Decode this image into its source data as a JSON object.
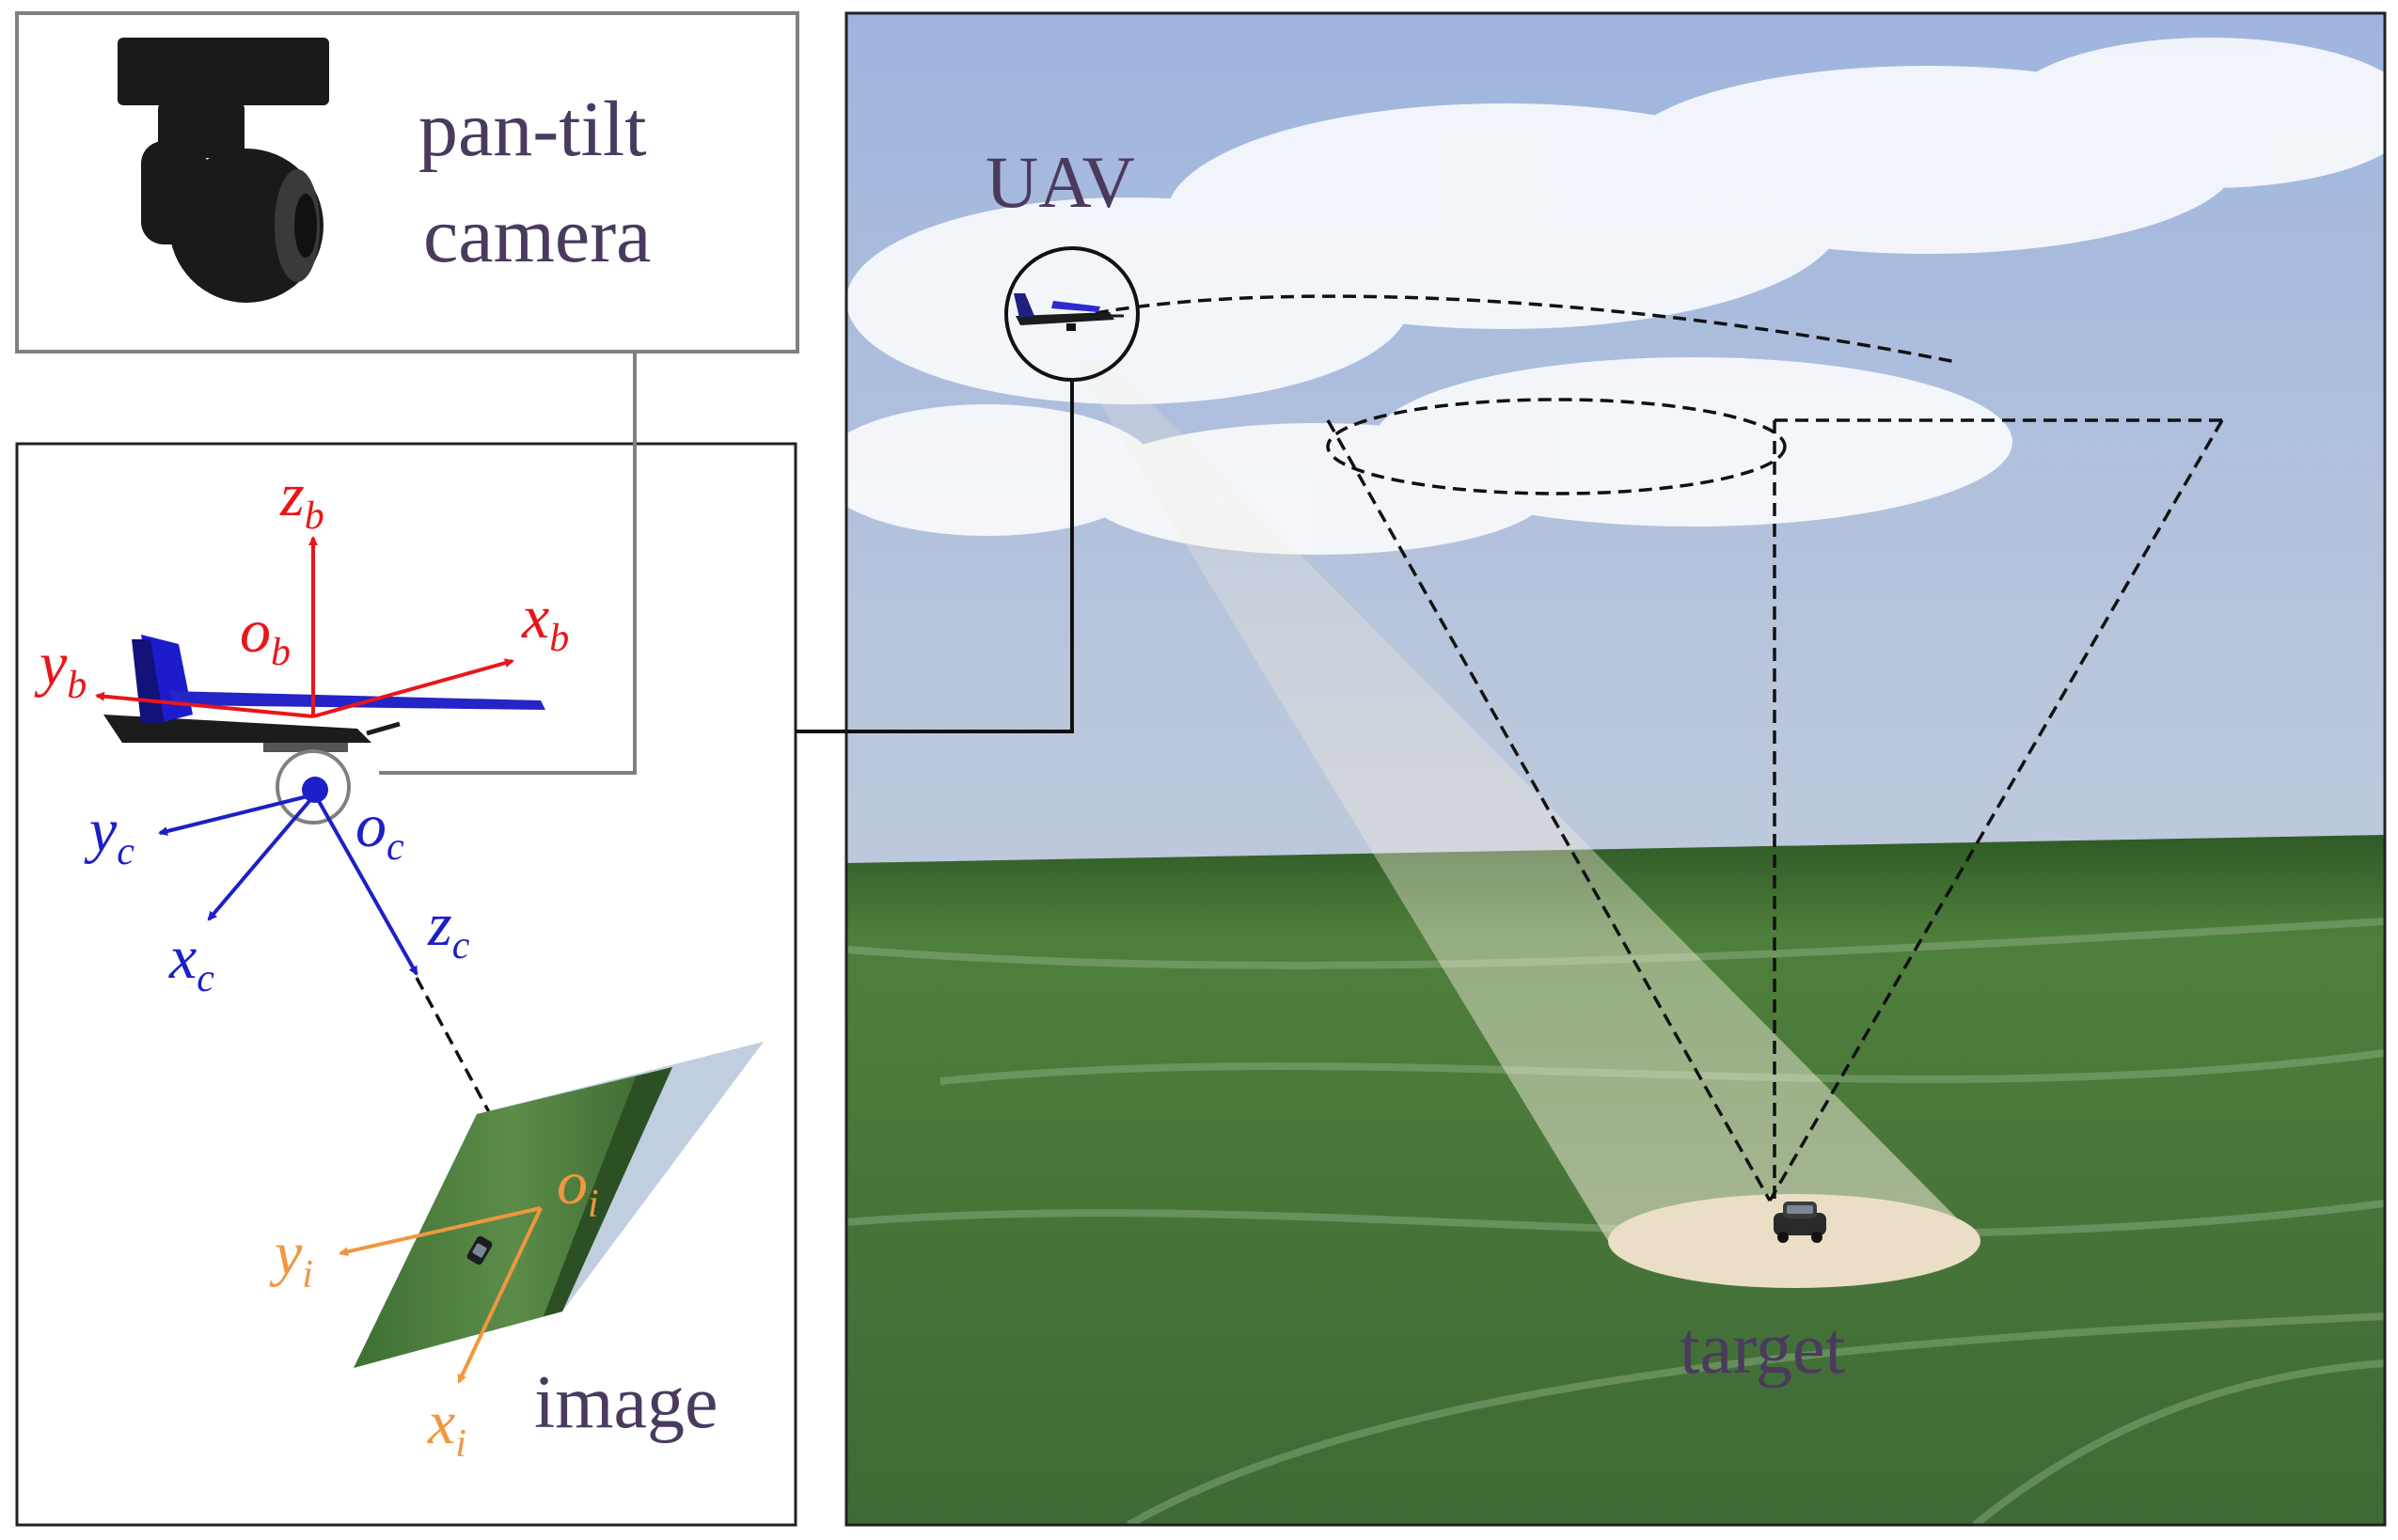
{
  "labels": {
    "camera_line1": "pan-tilt",
    "camera_line2": "camera",
    "uav": "UAV",
    "target": "target",
    "image": "image"
  },
  "axes": {
    "body": {
      "x": "x",
      "y": "y",
      "z": "z",
      "o": "o",
      "sub": "b"
    },
    "camera": {
      "x": "x",
      "y": "y",
      "z": "z",
      "o": "o",
      "sub": "c"
    },
    "image": {
      "x": "x",
      "y": "y",
      "o": "o",
      "sub": "i"
    }
  },
  "colors": {
    "body_frame": "#e8161b",
    "camera_frame": "#1d1fc8",
    "image_frame": "#f0973f",
    "label_text": "#4a3a5e",
    "box_gray": "#808080",
    "sky_top": "#aabde0",
    "grass": "#4d7d3c",
    "footprint": "#eadfc6"
  },
  "icons": [
    "gimbal-camera-icon",
    "aircraft-icon",
    "car-icon"
  ]
}
